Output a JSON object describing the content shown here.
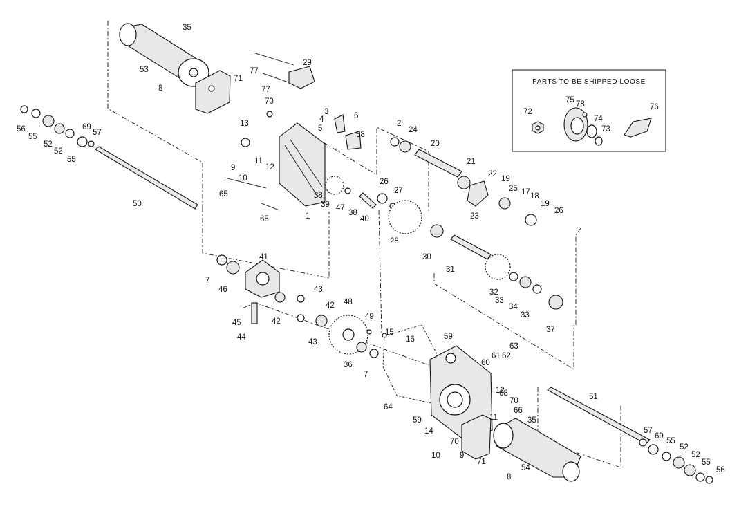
{
  "inset": {
    "title": "PARTS TO BE SHIPPED LOOSE",
    "labels": [
      "72",
      "75",
      "78",
      "74",
      "73",
      "76"
    ]
  },
  "callouts": [
    "35",
    "53",
    "8",
    "77",
    "77",
    "29",
    "71",
    "70",
    "13",
    "3",
    "4",
    "5",
    "6",
    "58",
    "2",
    "24",
    "56",
    "55",
    "52",
    "52",
    "55",
    "69",
    "57",
    "50",
    "11",
    "12",
    "9",
    "10",
    "65",
    "65",
    "1",
    "38",
    "39",
    "47",
    "38",
    "40",
    "26",
    "27",
    "28",
    "20",
    "21",
    "22",
    "19",
    "25",
    "17",
    "18",
    "19",
    "23",
    "26",
    "30",
    "31",
    "32",
    "33",
    "34",
    "33",
    "37",
    "7",
    "46",
    "41",
    "43",
    "42",
    "45",
    "44",
    "42",
    "43",
    "48",
    "49",
    "15",
    "16",
    "36",
    "7",
    "59",
    "63",
    "61",
    "62",
    "60",
    "64",
    "12",
    "68",
    "70",
    "66",
    "59",
    "11",
    "35",
    "14",
    "70",
    "10",
    "9",
    "71",
    "8",
    "54",
    "51",
    "57",
    "69",
    "55",
    "52",
    "52",
    "55",
    "56"
  ]
}
